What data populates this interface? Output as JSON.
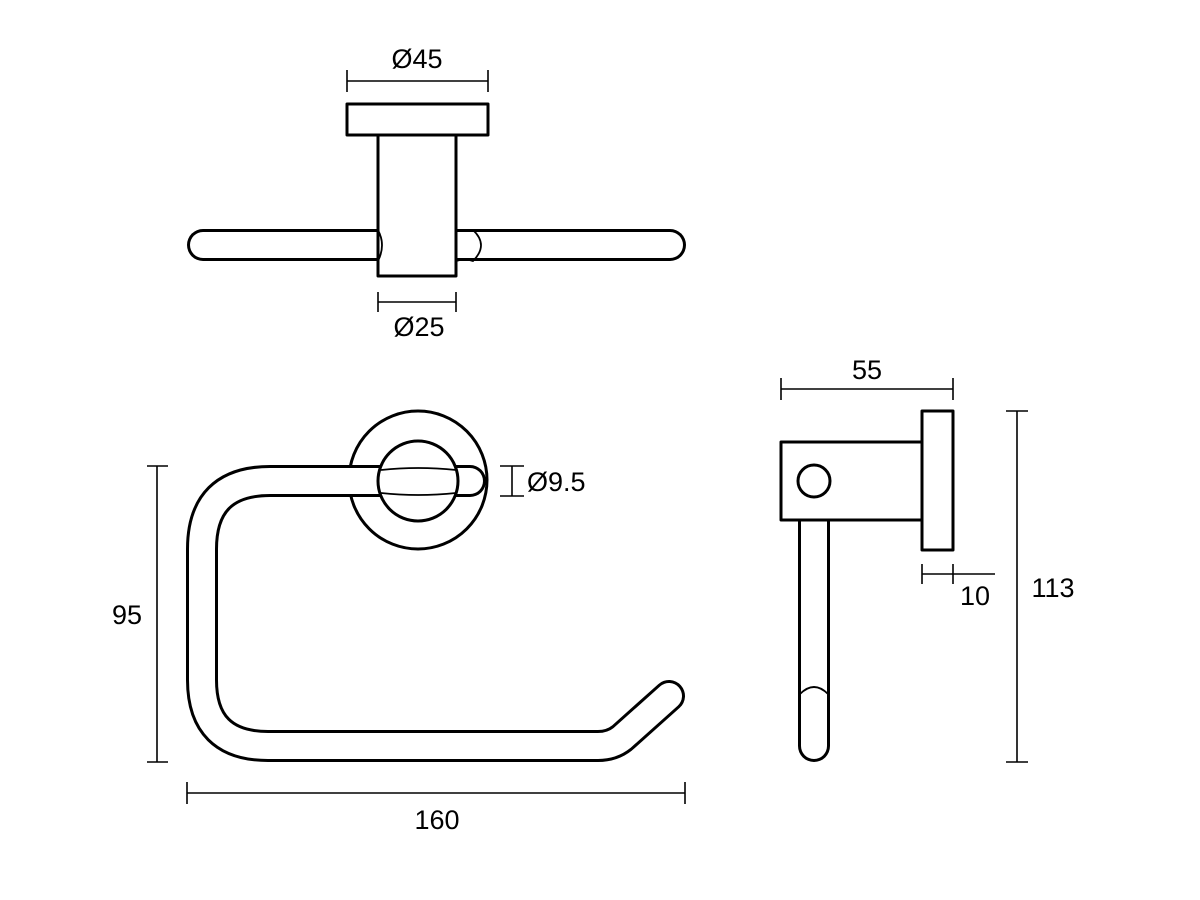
{
  "views": {
    "top": {
      "flange_diameter": "Ø45",
      "stem_diameter": "Ø25"
    },
    "front": {
      "rod_diameter": "Ø9.5",
      "height": "95",
      "width": "160"
    },
    "side": {
      "projection": "55",
      "flange_thickness": "10",
      "overall_height": "113"
    }
  }
}
